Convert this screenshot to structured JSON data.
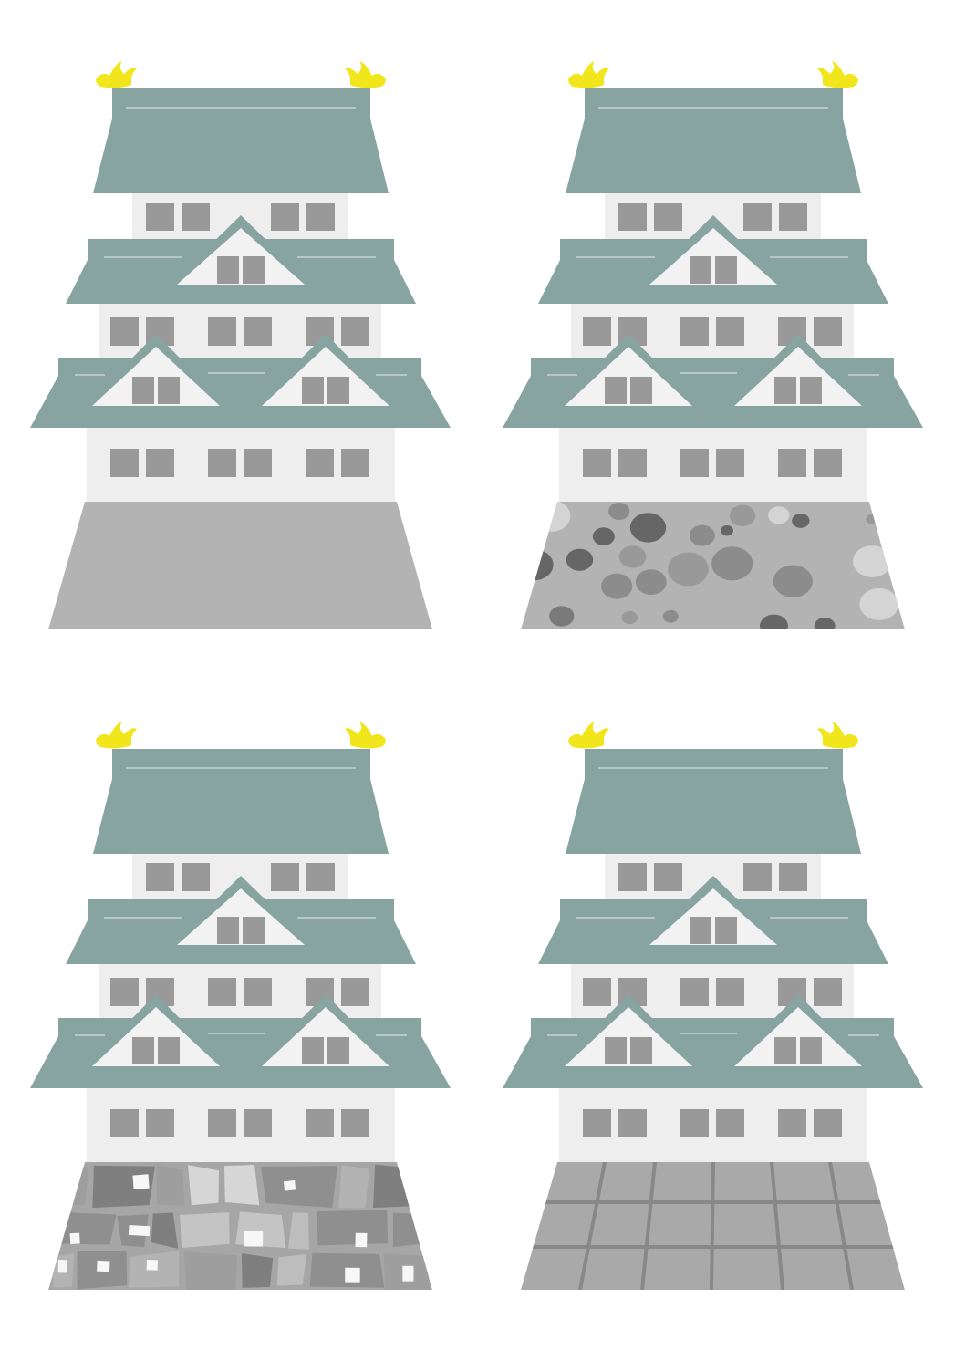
{
  "colors": {
    "background": "#ffffff",
    "roof": "#87a4a1",
    "roof_line": "#b8c7c5",
    "wall": "#eeeeee",
    "window": "#999999",
    "gable": "#f2f2f2",
    "shachihoko": "#f1e51b",
    "base_plain": "#b3b3b3",
    "base_stone_bg": "#b3b3b3",
    "base_grid_bg": "#a9a9a9",
    "base_grid_line": "#888888",
    "base_patch_bg": "#a6a6a6"
  },
  "castles": [
    {
      "id": "castle-plain-base",
      "base": "plain"
    },
    {
      "id": "castle-round-stone-base",
      "base": "stones"
    },
    {
      "id": "castle-irregular-stone-base",
      "base": "patch"
    },
    {
      "id": "castle-grid-stone-base",
      "base": "grid"
    }
  ]
}
